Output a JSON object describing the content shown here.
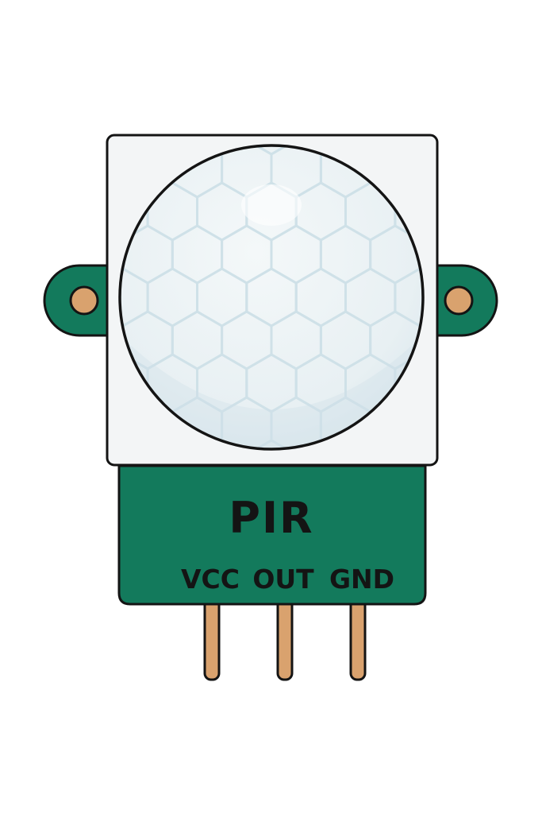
{
  "module": {
    "title": "PIR",
    "pins": [
      "VCC",
      "OUT",
      "GND"
    ]
  },
  "colors": {
    "pcb_green": "#137a5c",
    "housing_white": "#f3f5f6",
    "dome_tint": "#e6eff2",
    "hex_lines": "#cfe1e8",
    "pin_copper": "#d9a26e",
    "outline": "#141414",
    "text": "#141414"
  },
  "icons": {
    "sensor": "pir-motion-sensor-icon",
    "mount_hole": "mounting-hole-icon",
    "pin": "header-pin-icon"
  }
}
